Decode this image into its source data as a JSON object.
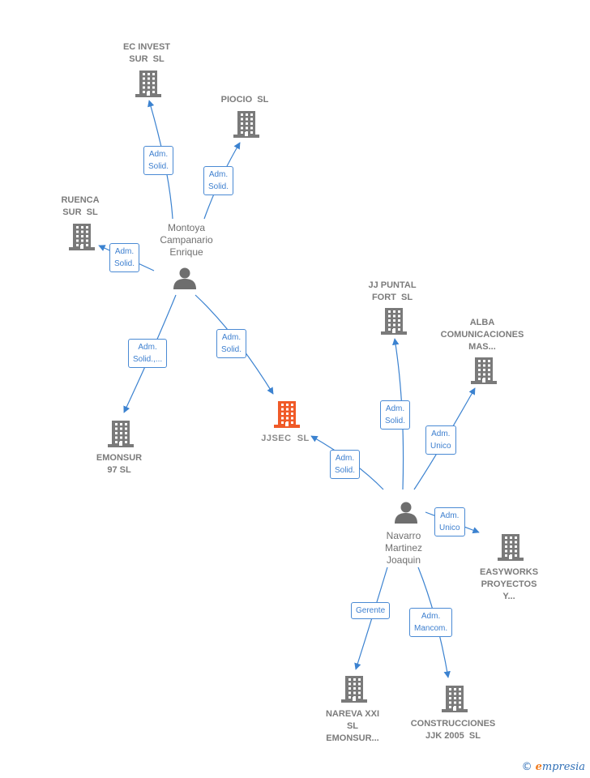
{
  "colors": {
    "edge": "#3b82d0",
    "company": "#7a7a7a",
    "focus_company": "#f05a28",
    "person": "#6e6e6e"
  },
  "nodes": {
    "ec_invest": {
      "label": "EC INVEST\nSUR  SL",
      "icon": "building-icon"
    },
    "piocio": {
      "label": "PIOCIO  SL",
      "icon": "building-icon"
    },
    "ruenca": {
      "label": "RUENCA\nSUR  SL",
      "icon": "building-icon"
    },
    "montoya": {
      "label": "Montoya\nCampanario\nEnrique",
      "icon": "person-icon"
    },
    "emonsur97": {
      "label": "EMONSUR\n97 SL",
      "icon": "building-icon"
    },
    "jjsec": {
      "label": "JJSEC  SL",
      "icon": "building-icon"
    },
    "jj_puntal": {
      "label": "JJ PUNTAL\nFORT  SL",
      "icon": "building-icon"
    },
    "alba": {
      "label": "ALBA\nCOMUNICACIONES\nMAS...",
      "icon": "building-icon"
    },
    "navarro": {
      "label": "Navarro\nMartinez\nJoaquin",
      "icon": "person-icon"
    },
    "easyworks": {
      "label": "EASYWORKS\nPROYECTOS\nY...",
      "icon": "building-icon"
    },
    "nareva": {
      "label": "NAREVA XXI\nSL\nEMONSUR...",
      "icon": "building-icon"
    },
    "construcciones": {
      "label": "CONSTRUCCIONES\nJJK 2005  SL",
      "icon": "building-icon"
    }
  },
  "edges": [
    {
      "from": "montoya",
      "to": "ec_invest",
      "label": "Adm.\nSolid."
    },
    {
      "from": "montoya",
      "to": "piocio",
      "label": "Adm.\nSolid."
    },
    {
      "from": "montoya",
      "to": "ruenca",
      "label": "Adm.\nSolid."
    },
    {
      "from": "montoya",
      "to": "emonsur97",
      "label": "Adm.\nSolid.,..."
    },
    {
      "from": "montoya",
      "to": "jjsec",
      "label": "Adm.\nSolid."
    },
    {
      "from": "navarro",
      "to": "jjsec",
      "label": "Adm.\nSolid."
    },
    {
      "from": "navarro",
      "to": "jj_puntal",
      "label": "Adm.\nSolid."
    },
    {
      "from": "navarro",
      "to": "alba",
      "label": "Adm.\nUnico"
    },
    {
      "from": "navarro",
      "to": "easyworks",
      "label": "Adm.\nUnico"
    },
    {
      "from": "navarro",
      "to": "nareva",
      "label": "Gerente"
    },
    {
      "from": "navarro",
      "to": "construcciones",
      "label": "Adm.\nMancom."
    }
  ],
  "brand": {
    "copyright": "©",
    "initial": "e",
    "name": "mpresia"
  }
}
